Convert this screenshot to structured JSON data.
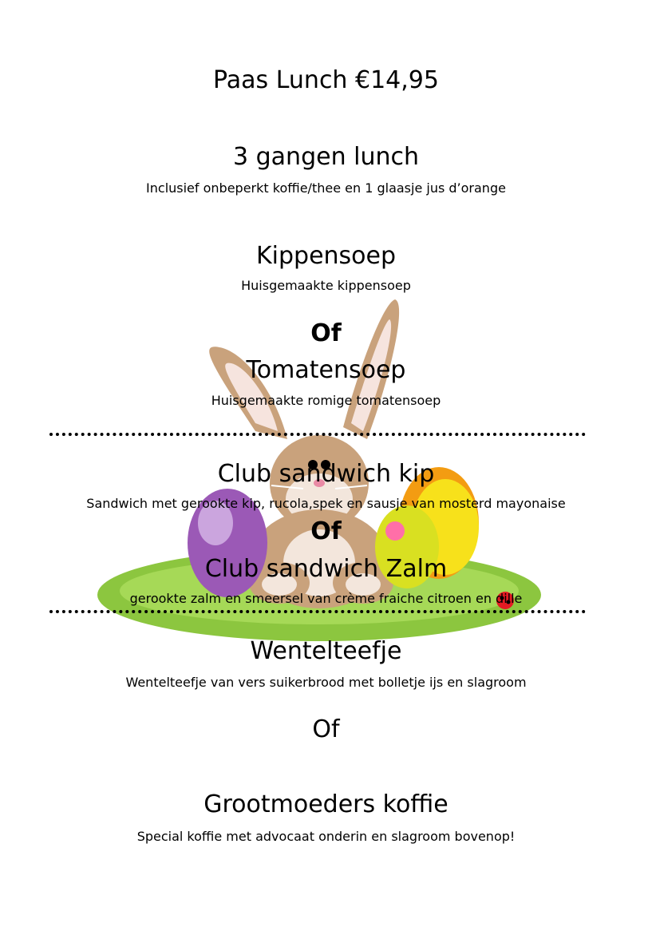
{
  "menu": {
    "header": "Paas Lunch €14,95",
    "course_title": "3 gangen lunch",
    "course_note": "Inclusief onbeperkt koffie/thee en 1 glaasje jus d’orange",
    "starters": [
      {
        "name": "Kippensoep",
        "desc": "Huisgemaakte kippensoep"
      },
      {
        "name": "Tomatensoep",
        "desc": "Huisgemaakte romige tomatensoep"
      }
    ],
    "mains": [
      {
        "name": "Club sandwich kip",
        "desc": "Sandwich met gerookte kip, rucola,spek en sausje van mosterd mayonaise"
      },
      {
        "name": "Club sandwich Zalm",
        "desc": "gerookte zalm en smeersel van crème fraiche citroen en dille"
      }
    ],
    "desserts": [
      {
        "name": "Wentelteefje",
        "desc": "Wentelteefje van vers suikerbrood met bolletje ijs en slagroom"
      },
      {
        "name": "Grootmoeders koffie",
        "desc": "Special koffie met advocaat onderin en slagroom bovenop!"
      }
    ],
    "or_label": "Of"
  },
  "illustration": {
    "icon": "easter-bunny-illustration",
    "colors": {
      "grass": "#8cc63f",
      "bunny": "#c9a27c",
      "egg_purple": "#9b59b6",
      "egg_yellow": "#f7e11b",
      "egg_orange": "#f39c12"
    }
  }
}
